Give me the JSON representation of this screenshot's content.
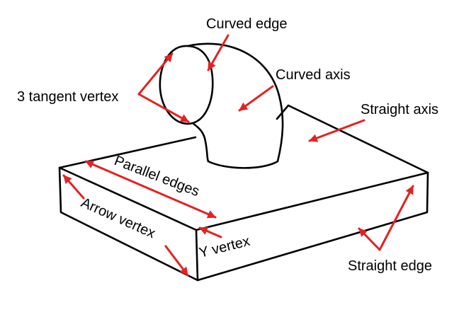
{
  "colors": {
    "outline": "#000000",
    "arrow": "#e32222",
    "background": "#ffffff"
  },
  "labels": {
    "curved_edge": "Curved edge",
    "curved_axis": "Curved axis",
    "tangent_vertex": "3 tangent vertex",
    "straight_axis": "Straight axis",
    "parallel_edges": "Parallel edges",
    "arrow_vertex": "Arrow vertex",
    "y_vertex": "Y vertex",
    "straight_edge": "Straight edge"
  }
}
